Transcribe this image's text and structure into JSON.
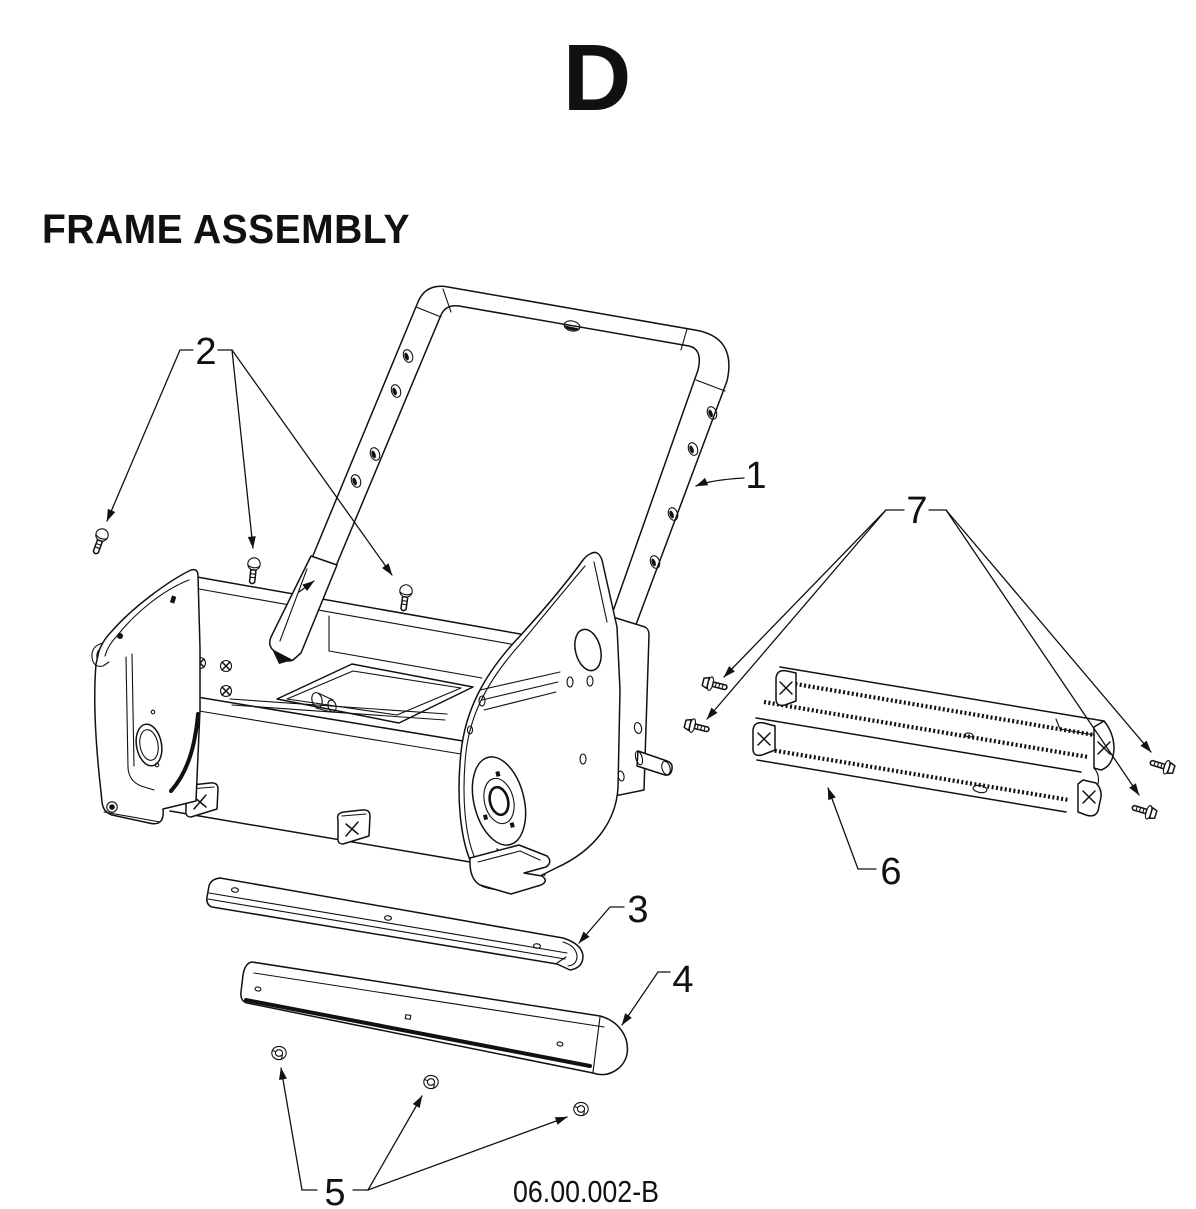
{
  "colors": {
    "paper": "#ffffff",
    "ink": "#111111"
  },
  "header": {
    "section_letter": "D",
    "title": "FRAME ASSEMBLY"
  },
  "drawing": {
    "number_label": "06.00.002-B",
    "type": "exploded-parts-diagram",
    "callouts": [
      {
        "label": "1"
      },
      {
        "label": "2"
      },
      {
        "label": "3"
      },
      {
        "label": "4"
      },
      {
        "label": "5"
      },
      {
        "label": "6"
      },
      {
        "label": "7"
      }
    ]
  }
}
